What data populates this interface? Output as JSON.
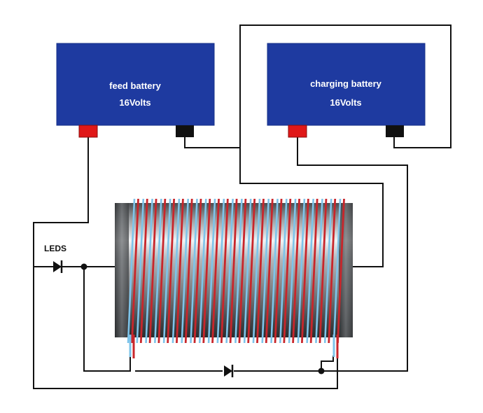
{
  "batteries": {
    "feed": {
      "name": "feed battery",
      "voltage": "16Volts"
    },
    "charging": {
      "name": "charging battery",
      "voltage": "16Volts"
    }
  },
  "leds_label": "LEDS",
  "colors": {
    "battery_body": "#1e3aa0",
    "positive_terminal": "#e01818",
    "negative_terminal": "#111111",
    "wire": "#111111",
    "coil_winding_red": "#c8262b",
    "coil_winding_blue": "#7ec4ea",
    "core_metal": "#8a8d90"
  },
  "icons": {
    "diode": "diode-icon",
    "led": "led-diode-icon",
    "junction": "junction-dot"
  }
}
